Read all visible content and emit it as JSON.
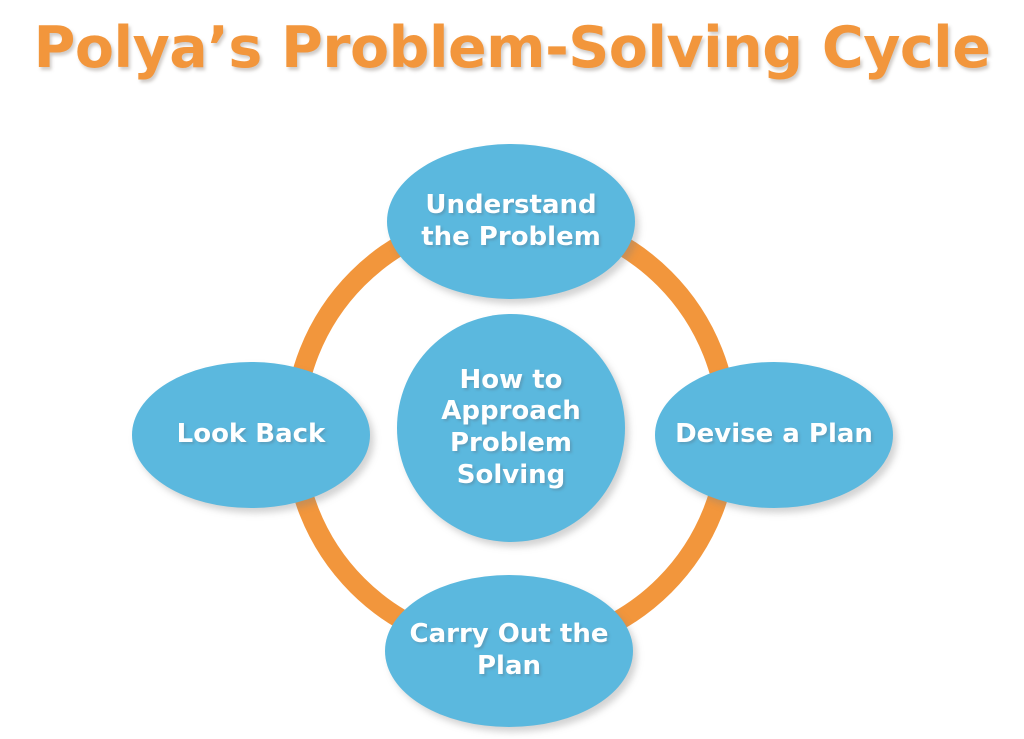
{
  "diagram": {
    "title": "Polya’s Problem-Solving Cycle",
    "type": "cycle",
    "background_color": "#FFFFFF",
    "title_color": "#F2963C",
    "ring_color": "#F2963C",
    "node_fill_color": "#5BB8DE",
    "node_text_color": "#FFFFFF",
    "hub": {
      "label": "How to Approach Problem Solving",
      "lines": [
        "How to",
        "Approach",
        "Problem",
        "Solving"
      ],
      "shape": "circle"
    },
    "steps": [
      {
        "order": 1,
        "position": "top",
        "label": "Understand the Problem",
        "lines": [
          "Understand",
          "the Problem"
        ],
        "shape": "ellipse"
      },
      {
        "order": 2,
        "position": "right",
        "label": "Devise a Plan",
        "lines": [
          "Devise a",
          "Plan"
        ],
        "shape": "ellipse"
      },
      {
        "order": 3,
        "position": "bottom",
        "label": "Carry Out the Plan",
        "lines": [
          "Carry Out",
          "the Plan"
        ],
        "shape": "ellipse"
      },
      {
        "order": 4,
        "position": "left",
        "label": "Look Back",
        "lines": [
          "Look Back"
        ],
        "shape": "ellipse"
      }
    ]
  }
}
